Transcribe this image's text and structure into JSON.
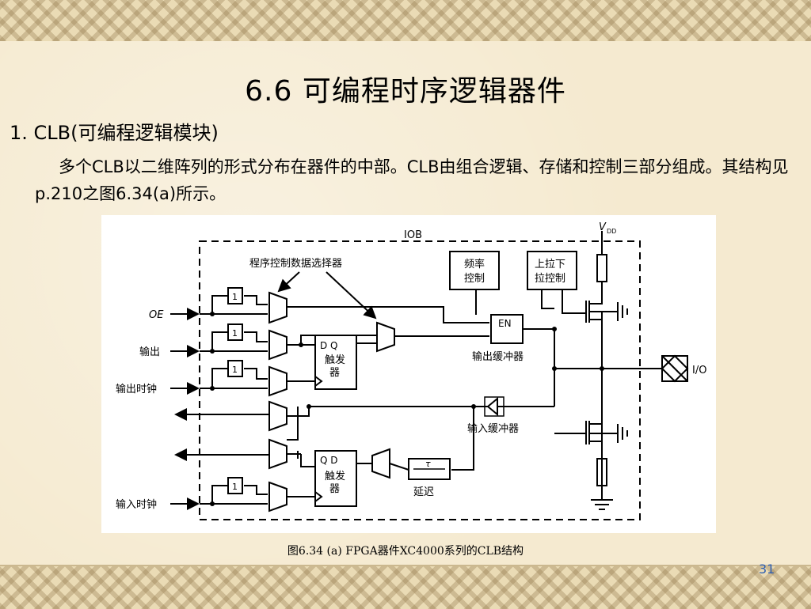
{
  "slide": {
    "title": "6.6  可编程时序逻辑器件",
    "heading": "1. CLB(可编程逻辑模块)",
    "paragraph": "多个CLB以二维阵列的形式分布在器件的中部。CLB由组合逻辑、存储和控制三部分组成。其结构见p.210之图6.34(a)所示。",
    "caption": "图6.34  (a)  FPGA器件XC4000系列的CLB结构",
    "page_number": "31"
  },
  "figure": {
    "iob": "IOB",
    "vdd": "V",
    "vdd_sub": "DD",
    "mux_label": "程序控制数据选择器",
    "freq": [
      "频率",
      "控制"
    ],
    "pull": [
      "上拉下",
      "拉控制"
    ],
    "en": "EN",
    "out_buffer": "输出缓冲器",
    "in_buffer": "输入缓冲器",
    "ff_top": {
      "pins": "D    Q",
      "l1": "触发",
      "l2": "器"
    },
    "ff_bot": {
      "pins": "Q    D",
      "l1": "触发",
      "l2": "器"
    },
    "delay": "延迟",
    "tau": "τ",
    "io": "I/O",
    "inv": "1",
    "signals": {
      "oe": "OE",
      "out": "输出",
      "out_clk": "输出时钟",
      "in_clk": "输入时钟"
    }
  }
}
